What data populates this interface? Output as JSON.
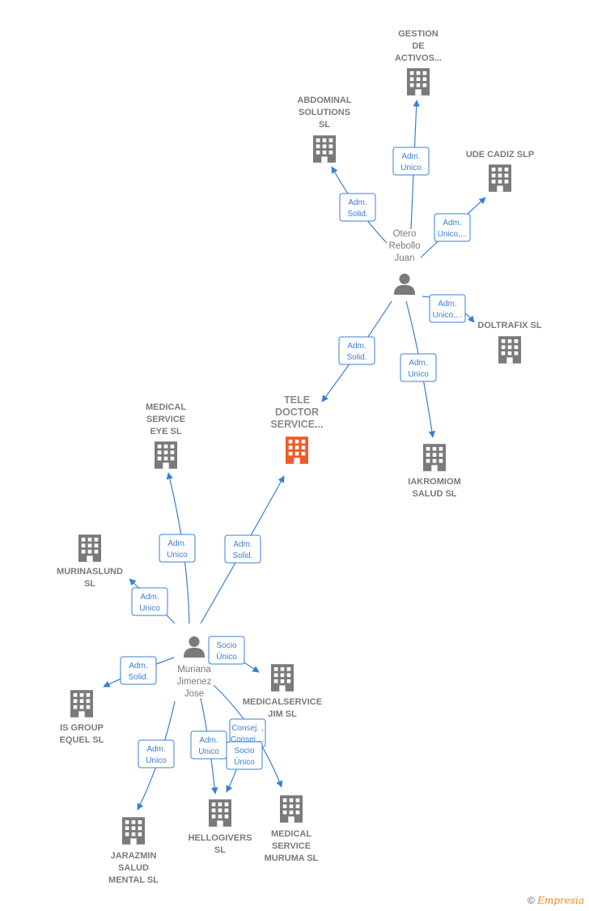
{
  "colors": {
    "edge": "#3a7fd5",
    "company": "#7a7a7a",
    "focus_company": "#f05a28",
    "person": "#7a7a7a"
  },
  "persons": [
    {
      "id": "otero",
      "icon": "person-icon",
      "lines": [
        "Otero",
        "Rebollo",
        "Juan"
      ]
    },
    {
      "id": "muriana",
      "icon": "person-icon",
      "lines": [
        "Muriana",
        "Jimenez",
        "Jose"
      ]
    }
  ],
  "companies": [
    {
      "id": "gestion",
      "icon": "building-icon",
      "lines": [
        "GESTION",
        "DE",
        "ACTIVOS..."
      ]
    },
    {
      "id": "abdominal",
      "icon": "building-icon",
      "lines": [
        "ABDOMINAL",
        "SOLUTIONS",
        "SL"
      ]
    },
    {
      "id": "udecadiz",
      "icon": "building-icon",
      "lines": [
        "UDE CADIZ SLP"
      ]
    },
    {
      "id": "doltrafix",
      "icon": "building-icon",
      "lines": [
        "DOLTRAFIX  SL"
      ]
    },
    {
      "id": "teledoctor",
      "icon": "building-icon",
      "focus": true,
      "lines": [
        "TELE",
        "DOCTOR",
        "SERVICE..."
      ]
    },
    {
      "id": "iakromiom",
      "icon": "building-icon",
      "lines": [
        "IAKROMIOM",
        "SALUD  SL"
      ]
    },
    {
      "id": "medicaleye",
      "icon": "building-icon",
      "lines": [
        "MEDICAL",
        "SERVICE",
        "EYE  SL"
      ]
    },
    {
      "id": "murinaslund",
      "icon": "building-icon",
      "lines": [
        "MURINASLUND",
        "SL"
      ]
    },
    {
      "id": "medicaljim",
      "icon": "building-icon",
      "lines": [
        "MEDICALSERVICE",
        "JIM  SL"
      ]
    },
    {
      "id": "isgroup",
      "icon": "building-icon",
      "lines": [
        "IS GROUP",
        "EQUEL SL"
      ]
    },
    {
      "id": "jarazmin",
      "icon": "building-icon",
      "lines": [
        "JARAZMIN",
        "SALUD",
        "MENTAL  SL"
      ]
    },
    {
      "id": "hellogivers",
      "icon": "building-icon",
      "lines": [
        "HELLOGIVERS",
        "SL"
      ]
    },
    {
      "id": "muruma",
      "icon": "building-icon",
      "lines": [
        "MEDICAL",
        "SERVICE",
        "MURUMA  SL"
      ]
    }
  ],
  "relations": [
    {
      "from": "otero",
      "to": "gestion",
      "role": [
        "Adm.",
        "Unico"
      ]
    },
    {
      "from": "otero",
      "to": "abdominal",
      "role": [
        "Adm.",
        "Solid."
      ]
    },
    {
      "from": "otero",
      "to": "udecadiz",
      "role": [
        "Adm.",
        "Unico,..."
      ]
    },
    {
      "from": "otero",
      "to": "doltrafix",
      "role": [
        "Adm.",
        "Unico,..."
      ]
    },
    {
      "from": "otero",
      "to": "teledoctor",
      "role": [
        "Adm.",
        "Solid."
      ]
    },
    {
      "from": "otero",
      "to": "iakromiom",
      "role": [
        "Adm.",
        "Unico"
      ]
    },
    {
      "from": "muriana",
      "to": "medicaleye",
      "role": [
        "Adm.",
        "Unico"
      ]
    },
    {
      "from": "muriana",
      "to": "teledoctor",
      "role": [
        "Adm.",
        "Solid."
      ]
    },
    {
      "from": "muriana",
      "to": "murinaslund",
      "role": [
        "Adm.",
        "Unico"
      ]
    },
    {
      "from": "muriana",
      "to": "medicaljim",
      "role": [
        "Socio",
        "Único"
      ]
    },
    {
      "from": "muriana",
      "to": "isgroup",
      "role": [
        "Adm.",
        "Solid."
      ]
    },
    {
      "from": "muriana",
      "to": "jarazmin",
      "role": [
        "Adm.",
        "Unico"
      ]
    },
    {
      "from": "muriana",
      "to": "hellogivers",
      "role": [
        "Adm.",
        "Unico"
      ]
    },
    {
      "from": "muriana",
      "to": "muruma",
      "role": [
        "Consej. ,",
        "Consej...."
      ]
    },
    {
      "from": "muriana",
      "to": "hellogivers",
      "role": [
        "Socio",
        "Único"
      ]
    }
  ],
  "watermark": {
    "symbol": "©",
    "brand": "Empresia"
  }
}
